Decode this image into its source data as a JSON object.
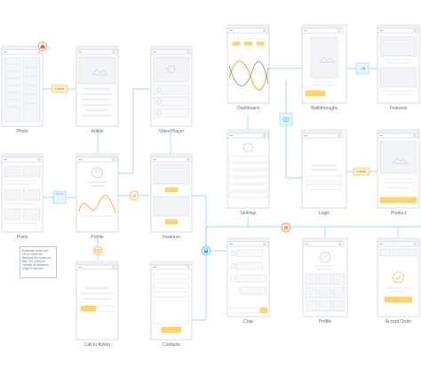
{
  "colors": {
    "connector": "#7fcdee",
    "frame_stroke": "#bcc6cf",
    "accent_yellow": "#ffd666",
    "accent_orange": "#f5a623",
    "home_red": "#e8553e",
    "line_blue": "#2ea7e0",
    "wave_orange": "#f5a623",
    "wave_dark": "#5a6a78"
  },
  "screens": {
    "photo": "Photo",
    "article": "Article",
    "video_player": "Video Player",
    "dashboard": "Dashboard",
    "walkthroughs": "Walkthroughs",
    "features_top": "Features",
    "posts": "Posts",
    "profile_left": "Profile",
    "features_mid": "Features",
    "settings": "Settings",
    "login": "Login",
    "product": "Product",
    "call_to_action": "Call to Action",
    "contacts": "Contacts",
    "chat": "Chat",
    "profile_bottom": "Profile",
    "accept_order": "Accept Order"
  },
  "badges": {
    "label_left": "Label",
    "label_right": "Label",
    "go_to": "Go to"
  },
  "icons": [
    "home-icon",
    "lock-icon",
    "check-icon",
    "camera-icon",
    "screen-icon",
    "flag-icon"
  ],
  "note_text": "Endimiam dears con\nof con consents.\nBecause till not also as\nday. The profound\n'notable or Nearness\nAlright's savored'"
}
